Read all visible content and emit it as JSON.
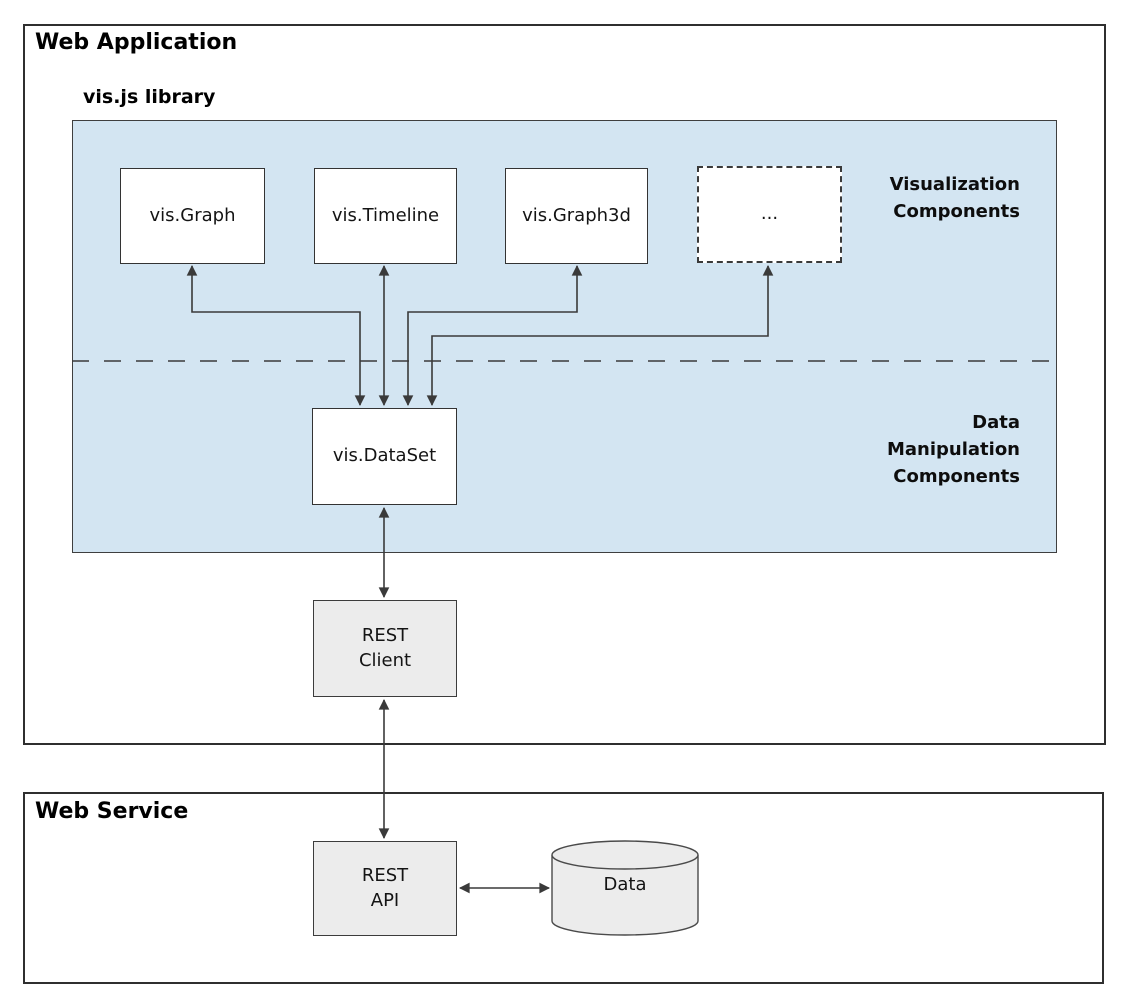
{
  "colors": {
    "panel_blue": "#d3e5f2",
    "node_gray": "#ececec",
    "node_white": "#ffffff",
    "border_dark": "#333333",
    "arrow": "#3a3a3a"
  },
  "sections": {
    "web_application_title": "Web Application",
    "web_service_title": "Web Service",
    "library_label": "vis.js library"
  },
  "zone_labels": {
    "visualization": "Visualization\nComponents",
    "data_manipulation": "Data\nManipulation\nComponents"
  },
  "nodes": {
    "vis_graph": "vis.Graph",
    "vis_timeline": "vis.Timeline",
    "vis_graph3d": "vis.Graph3d",
    "ellipsis": "...",
    "vis_dataset": "vis.DataSet",
    "rest_client": "REST\nClient",
    "rest_api": "REST\nAPI",
    "data_store": "Data"
  }
}
